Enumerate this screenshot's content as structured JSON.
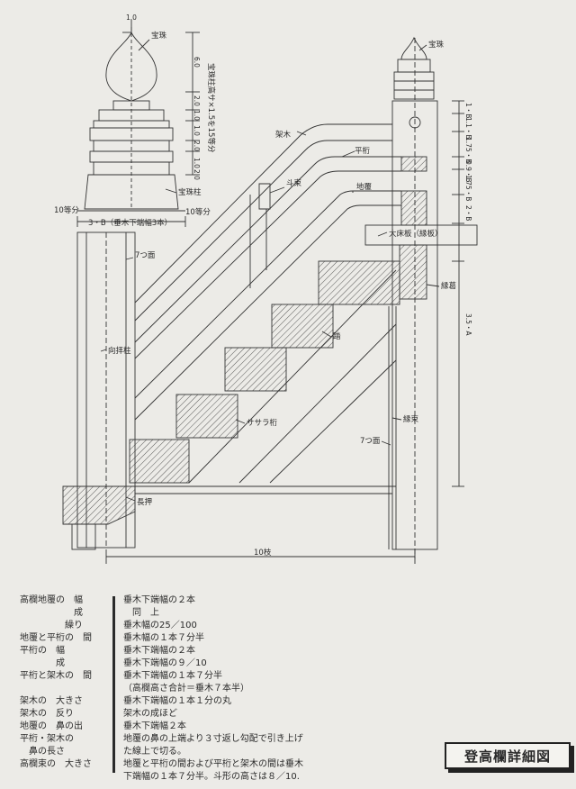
{
  "labels": {
    "hoshu_left": "宝珠",
    "hoshu_right": "宝珠",
    "hoshu_pillar": "宝珠柱",
    "kaboku": "架木",
    "hirageta": "平桁",
    "tokyo": "斗束",
    "jifuku": "地覆",
    "ooyukaita": "大床板（縁板）",
    "engeta": "縁葛",
    "dan": "踏",
    "sasarageta": "ササラ桁",
    "mukaioshibashira": "向拝柱",
    "nanatsumen_left": "7つ面",
    "nanatsumen_right": "7つ面",
    "engetsuka": "縁束",
    "nageshi": "長押",
    "tenbun_left": "10等分",
    "tenbun_right": "10等分",
    "width_note": "3・B（垂木下端幅3本）",
    "vertical_note": "宝珠柱高サ×1.5を15等分",
    "top_dim": "1.0",
    "bottom_dim": "10枝"
  },
  "dims_left": [
    "6.0",
    "2.0",
    "1.0",
    "1.0",
    "2.0",
    "1.0",
    "2.0"
  ],
  "dims_right": [
    "1・B",
    "1.1・B",
    "1.75・B",
    "0.9・B",
    "1.75・B",
    "2・B",
    "3.5・A"
  ],
  "specs": [
    {
      "k": "高欄地覆の　幅",
      "v": "垂木下端幅の２本"
    },
    {
      "k": "　　　　　　成",
      "v": "　同　上"
    },
    {
      "k": "　　　　　繰り",
      "v": "垂木幅の25／100"
    },
    {
      "k": "地覆と平桁の　間",
      "v": "垂木幅の１本７分半"
    },
    {
      "k": "平桁の　幅",
      "v": "垂木下端幅の２本"
    },
    {
      "k": "　　　　成",
      "v": "垂木下端幅の９／10"
    },
    {
      "k": "平桁と架木の　間",
      "v": "垂木下端幅の１本７分半"
    },
    {
      "k": "",
      "v": "（高欄高さ合計＝垂木７本半）"
    },
    {
      "k": "架木の　大きさ",
      "v": "垂木下端幅の１本１分の丸"
    },
    {
      "k": "架木の　反り",
      "v": "架木の成ほど"
    },
    {
      "k": "地覆の　鼻の出",
      "v": "垂木下端幅２本"
    },
    {
      "k": "平桁・架木の",
      "v": "地覆の鼻の上端より３寸返し勾配で引き上げ"
    },
    {
      "k": "　鼻の長さ",
      "v": "た線上で切る。"
    },
    {
      "k": "高欄束の　大きさ",
      "v": "地覆と平桁の間および平桁と架木の間は垂木"
    },
    {
      "k": "",
      "v": "下端幅の１本７分半。斗形の高さは８／10."
    }
  ],
  "title": "登高欄詳細図"
}
